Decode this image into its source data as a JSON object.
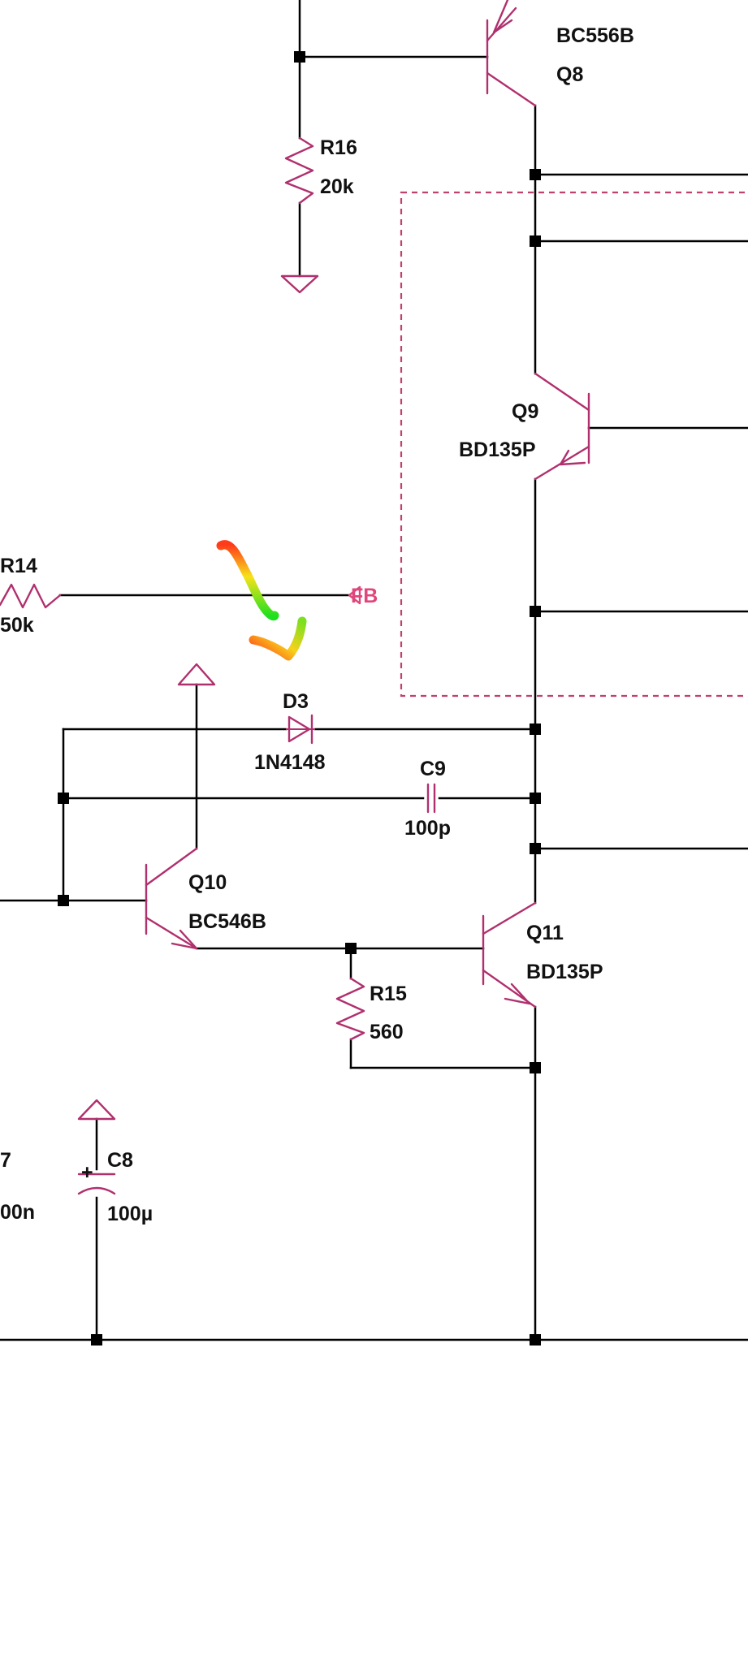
{
  "colors": {
    "wire": "#000000",
    "component": "#b0306e",
    "net_label": "#e0457b",
    "box_dash": "#c0406e",
    "highlight_start": "#ff3b1a",
    "highlight_mid": "#f7e21a",
    "highlight_end": "#1fe01f"
  },
  "components": {
    "q8": {
      "name": "Q8",
      "model": "BC556B"
    },
    "r16": {
      "name": "R16",
      "value": "20k"
    },
    "q9": {
      "name": "Q9",
      "model": "BD135P"
    },
    "r14": {
      "name": "R14",
      "value": "50k"
    },
    "fb": {
      "label": "FB"
    },
    "d3": {
      "name": "D3",
      "model": "1N4148"
    },
    "c9": {
      "name": "C9",
      "value": "100p"
    },
    "q10": {
      "name": "Q10",
      "model": "BC546B"
    },
    "q11": {
      "name": "Q11",
      "model": "BD135P"
    },
    "r15": {
      "name": "R15",
      "value": "560"
    },
    "c8": {
      "name": "C8",
      "value": "100µ",
      "polarity": "+"
    },
    "c7_partial": {
      "name": "7",
      "value": "00n"
    }
  },
  "icons": {
    "ground": "ground-triangle-icon",
    "supply": "supply-triangle-icon"
  }
}
